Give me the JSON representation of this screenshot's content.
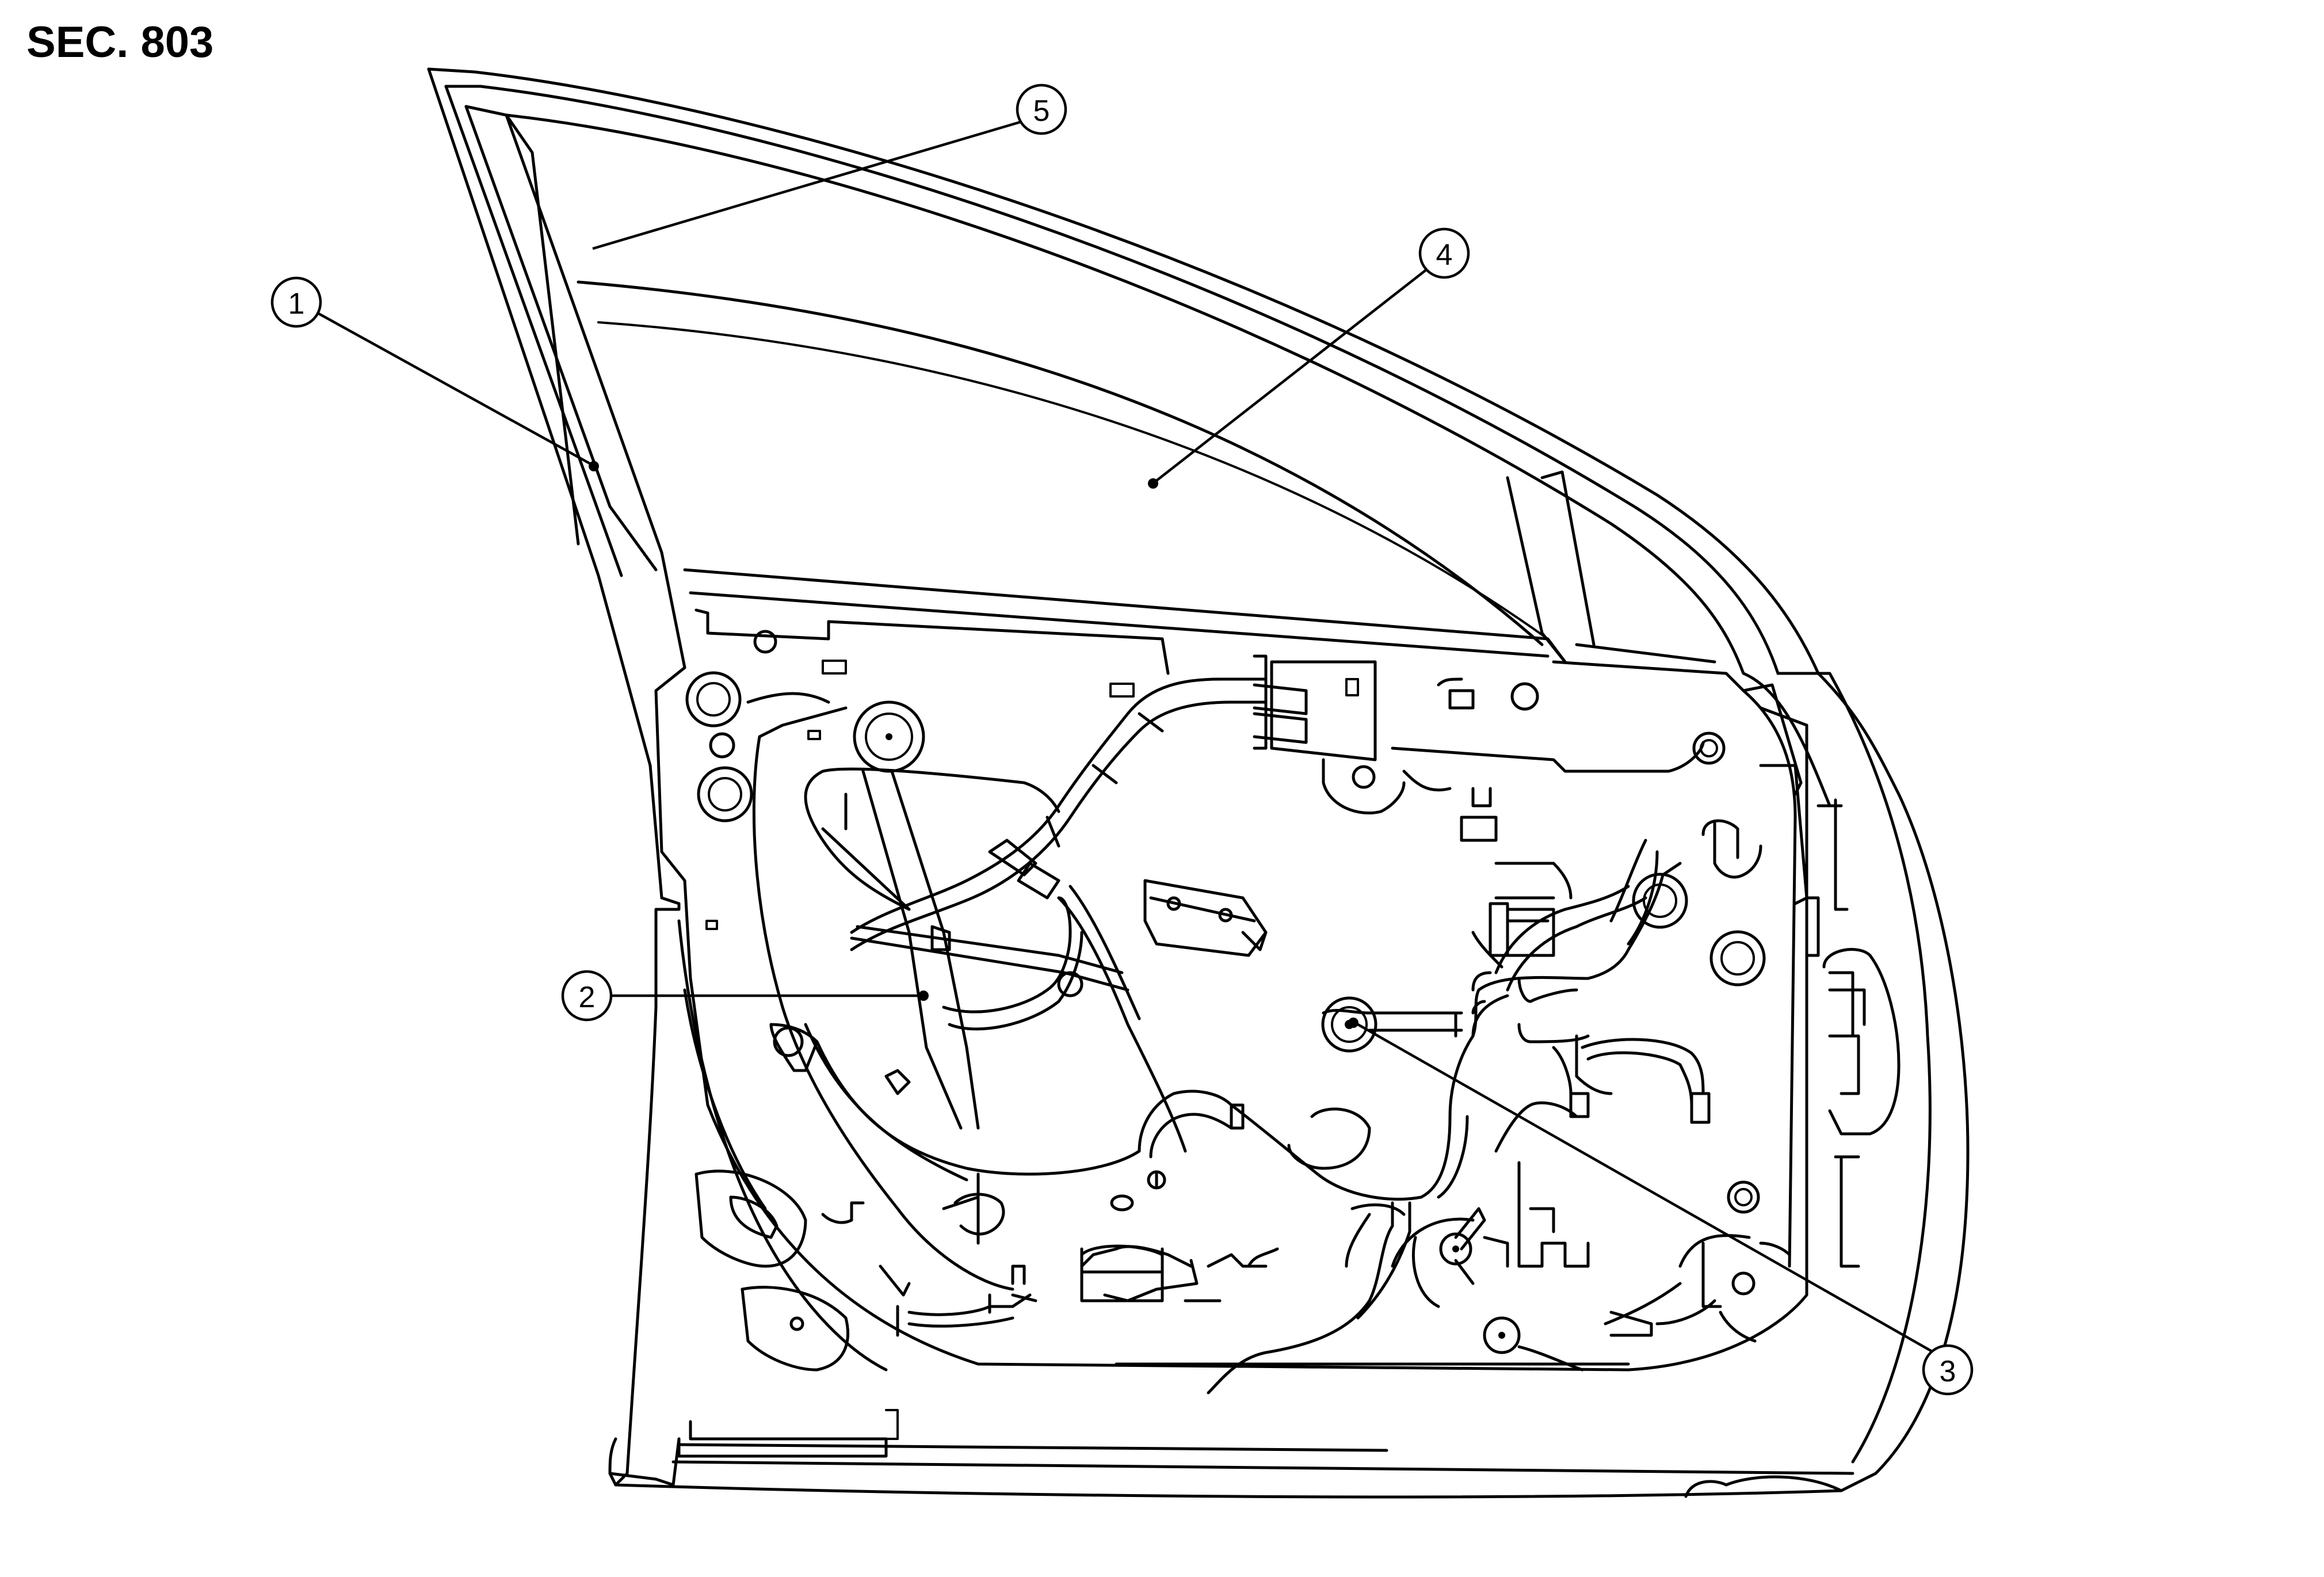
{
  "section": "SEC. 803",
  "callouts": [
    {
      "id": "1",
      "label": "1"
    },
    {
      "id": "2",
      "label": "2"
    },
    {
      "id": "3",
      "label": "3"
    },
    {
      "id": "4",
      "label": "4"
    },
    {
      "id": "5",
      "label": "5"
    }
  ]
}
